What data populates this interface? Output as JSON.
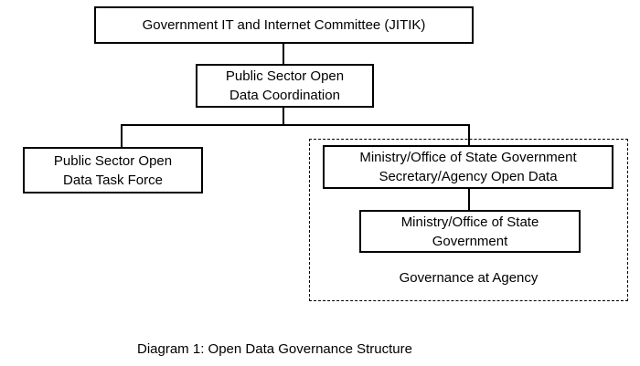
{
  "diagram": {
    "nodes": {
      "jitik": {
        "label": "Government IT and Internet Committee (JITIK)"
      },
      "coordination": {
        "label": "Public Sector Open\nData Coordination"
      },
      "task_force": {
        "label": "Public Sector Open\nData Task Force"
      },
      "secretary": {
        "label": "Ministry/Office of State Government\nSecretary/Agency Open Data"
      },
      "ministry": {
        "label": "Ministry/Office of State\nGovernment"
      }
    },
    "labels": {
      "governance": "Governance at Agency",
      "caption": "Diagram 1: Open Data Governance Structure"
    },
    "colors": {
      "line": "#000000",
      "text": "#000000",
      "background": "#ffffff"
    }
  }
}
